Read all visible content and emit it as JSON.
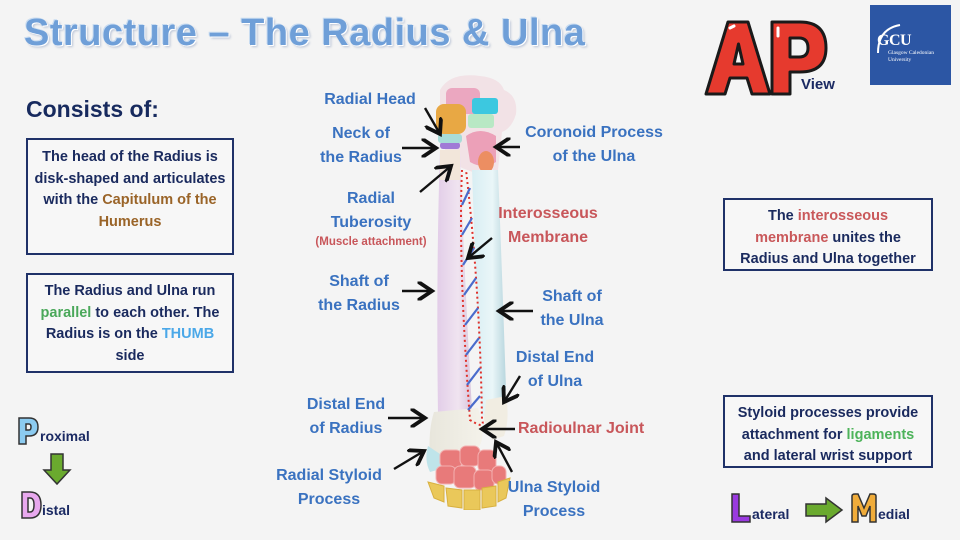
{
  "title": "Structure – The Radius & Ulna",
  "view_badge": {
    "letters": "AP",
    "label": "View"
  },
  "logo": {
    "abbr": "GCU",
    "line1": "Glasgow Caledonian",
    "line2": "University"
  },
  "consists_heading": "Consists of:",
  "left_boxes": [
    {
      "parts": [
        {
          "text": "The head of the Radius is disk-shaped and articulates with the ",
          "style": "plain"
        },
        {
          "text": "Capitulum of the Humerus",
          "style": "brown"
        }
      ]
    },
    {
      "parts": [
        {
          "text": "The Radius and Ulna run ",
          "style": "plain"
        },
        {
          "text": "parallel",
          "style": "green"
        },
        {
          "text": " to each other. The Radius is on the ",
          "style": "plain"
        },
        {
          "text": "THUMB",
          "style": "thumb"
        },
        {
          "text": " side",
          "style": "plain"
        }
      ]
    }
  ],
  "right_boxes": [
    {
      "parts": [
        {
          "text": "The ",
          "style": "plain"
        },
        {
          "text": "interosseous membrane",
          "style": "red"
        },
        {
          "text": " unites the Radius and Ulna together",
          "style": "plain"
        }
      ]
    },
    {
      "parts": [
        {
          "text": "Styloid processes provide attachment for ",
          "style": "plain"
        },
        {
          "text": "ligaments",
          "style": "lig"
        },
        {
          "text": " and lateral wrist support",
          "style": "plain"
        }
      ]
    }
  ],
  "labels": {
    "radial_head": "Radial Head",
    "neck_radius": [
      "Neck of",
      "the Radius"
    ],
    "coronoid": [
      "Coronoid Process",
      "of the Ulna"
    ],
    "radial_tuberosity": [
      "Radial",
      "Tuberosity"
    ],
    "muscle_attachment": "(Muscle attachment)",
    "interosseous": [
      "Interosseous",
      "Membrane"
    ],
    "shaft_radius": [
      "Shaft of",
      "the Radius"
    ],
    "shaft_ulna": [
      "Shaft of",
      "the Ulna"
    ],
    "distal_ulna": [
      "Distal End",
      "of Ulna"
    ],
    "distal_radius": [
      "Distal End",
      "of Radius"
    ],
    "radioulnar": "Radioulnar Joint",
    "radial_styloid": [
      "Radial Styloid",
      "Process"
    ],
    "ulna_styloid": [
      "Ulna Styloid",
      "Process"
    ]
  },
  "proximal_distal": {
    "p_letter": "P",
    "p_rest": "roximal",
    "d_letter": "D",
    "d_rest": "istal"
  },
  "lateral_medial": {
    "l_letter": "L",
    "l_rest": "ateral",
    "m_letter": "M",
    "m_rest": "edial"
  }
}
